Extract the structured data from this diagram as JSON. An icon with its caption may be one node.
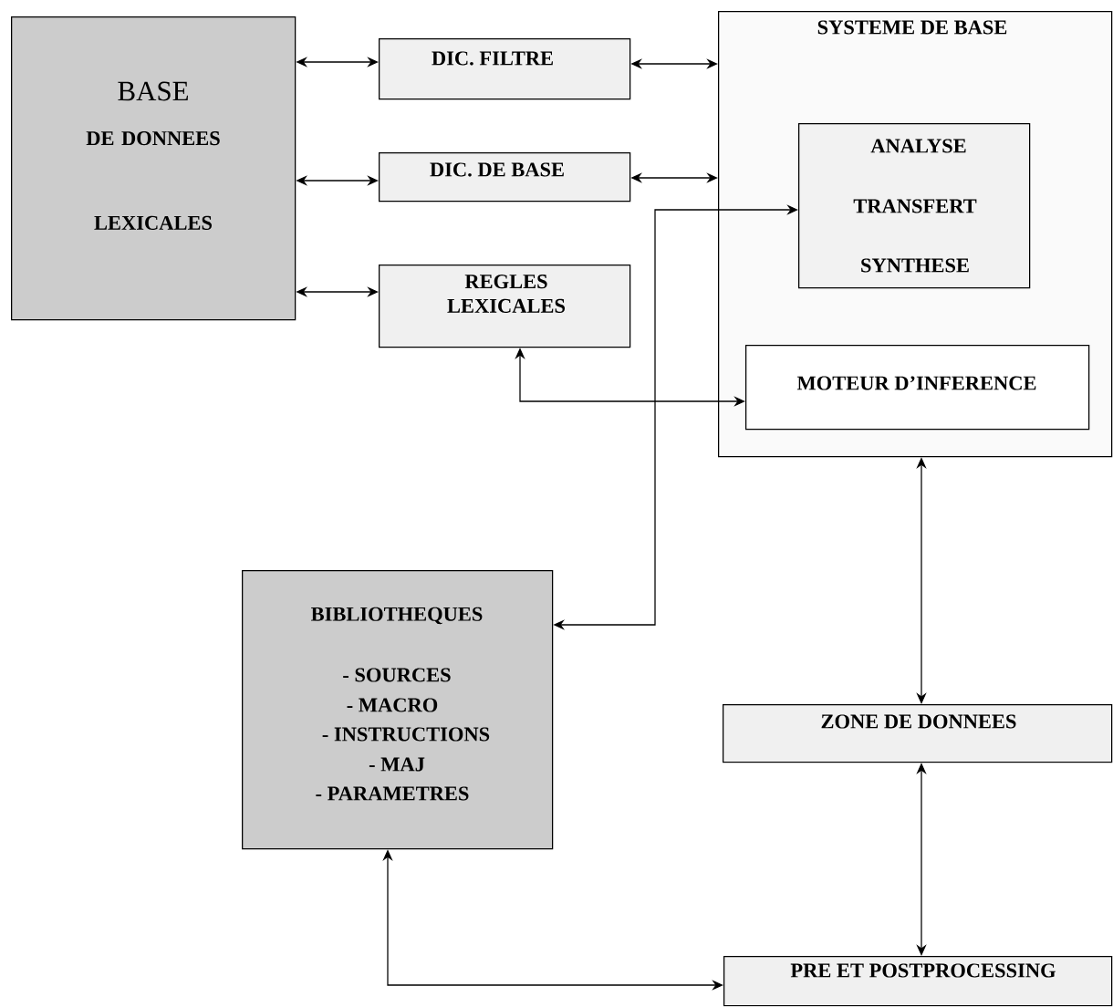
{
  "diagram": {
    "nodes": [
      {
        "text": [
          "BASE",
          "DE DONNEES LEXICALES"
        ]
      },
      {
        "text": [
          "DIC. FILTRE"
        ]
      },
      {
        "text": [
          "DIC. DE BASE"
        ]
      },
      {
        "text": [
          "REGLES LEXICALES"
        ]
      },
      {
        "text": [
          "SYSTEME DE BASE"
        ]
      },
      {
        "text": [
          "ANALYSE",
          "TRANSFERT",
          "SYNTHESE"
        ],
        "in": 4
      },
      {
        "text": [
          "MOTEUR D’INFERENCE"
        ],
        "in": 4
      },
      {
        "text": [
          "BIBLIOTHEQUES",
          "- SOURCES",
          "- MACRO",
          "- INSTRUCTIONS",
          "- MAJ",
          "- PARAMETRES"
        ]
      },
      {
        "text": [
          "ZONE DE DONNEES"
        ]
      },
      {
        "text": [
          "PRE ET POSTPROCESSING"
        ]
      }
    ],
    "edges": [
      {
        "from": 0,
        "to": 1,
        "arrow": "both"
      },
      {
        "from": 1,
        "to": 4,
        "arrow": "both"
      },
      {
        "from": 0,
        "to": 2,
        "arrow": "both"
      },
      {
        "from": 2,
        "to": 4,
        "arrow": "both"
      },
      {
        "from": 0,
        "to": 3,
        "arrow": "both"
      },
      {
        "from": 3,
        "to": 6,
        "arrow": "both"
      },
      {
        "from": 7,
        "to": 5,
        "arrow": "both"
      },
      {
        "from": 4,
        "to": 8,
        "arrow": "both"
      },
      {
        "from": 8,
        "to": 9,
        "arrow": "both"
      },
      {
        "from": 7,
        "to": 9,
        "arrow": "both"
      }
    ]
  }
}
